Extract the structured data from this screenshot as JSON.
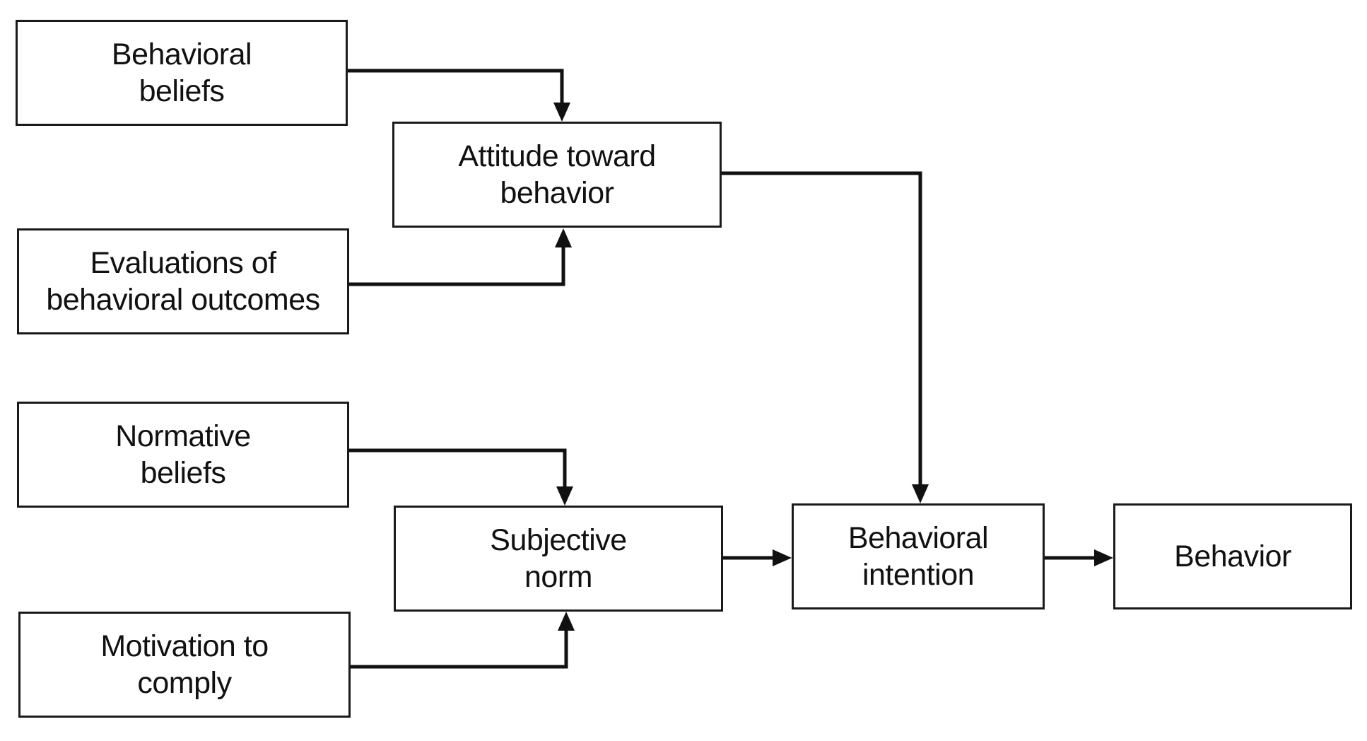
{
  "diagram": {
    "nodes": {
      "behavioral_beliefs": {
        "lines": [
          "Behavioral",
          "beliefs"
        ]
      },
      "evaluations": {
        "lines": [
          "Evaluations of",
          "behavioral outcomes"
        ]
      },
      "normative_beliefs": {
        "lines": [
          "Normative",
          "beliefs"
        ]
      },
      "motivation": {
        "lines": [
          "Motivation to",
          "comply"
        ]
      },
      "attitude": {
        "lines": [
          "Attitude toward",
          "behavior"
        ]
      },
      "subjective_norm": {
        "lines": [
          "Subjective",
          "norm"
        ]
      },
      "behavioral_intention": {
        "lines": [
          "Behavioral",
          "intention"
        ]
      },
      "behavior": {
        "lines": [
          "Behavior"
        ]
      }
    },
    "edges": [
      {
        "from": "behavioral_beliefs",
        "to": "attitude"
      },
      {
        "from": "evaluations",
        "to": "attitude"
      },
      {
        "from": "normative_beliefs",
        "to": "subjective_norm"
      },
      {
        "from": "motivation",
        "to": "subjective_norm"
      },
      {
        "from": "attitude",
        "to": "behavioral_intention"
      },
      {
        "from": "subjective_norm",
        "to": "behavioral_intention"
      },
      {
        "from": "behavioral_intention",
        "to": "behavior"
      }
    ],
    "colors": {
      "stroke": "#111111",
      "background": "#ffffff"
    }
  }
}
